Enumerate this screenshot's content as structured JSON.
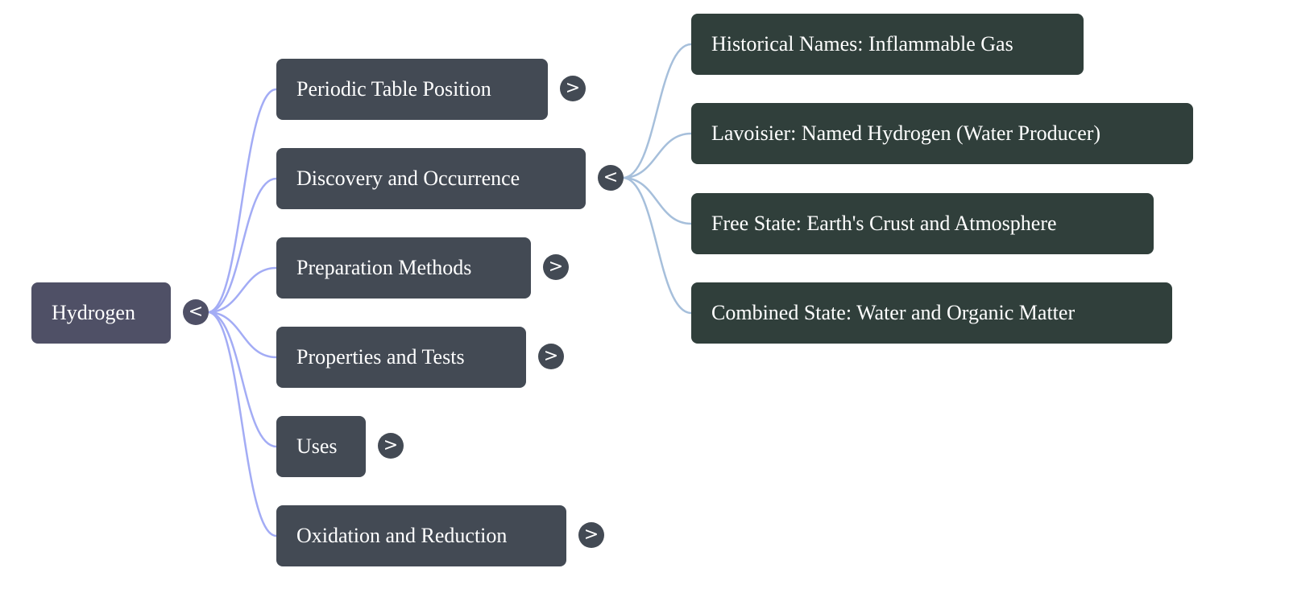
{
  "colors": {
    "root": "#4f5066",
    "level1": "#434a54",
    "level2": "#303f3b",
    "link1": "#a3acf5",
    "link2": "#a6bfdb"
  },
  "root": {
    "label": "Hydrogen",
    "toggle": "<"
  },
  "level1": [
    {
      "label": "Periodic Table Position",
      "toggle": ">"
    },
    {
      "label": "Discovery and Occurrence",
      "toggle": "<"
    },
    {
      "label": "Preparation Methods",
      "toggle": ">"
    },
    {
      "label": "Properties and Tests",
      "toggle": ">"
    },
    {
      "label": "Uses",
      "toggle": ">"
    },
    {
      "label": "Oxidation and Reduction",
      "toggle": ">"
    }
  ],
  "level2": [
    {
      "label": "Historical Names: Inflammable Gas"
    },
    {
      "label": "Lavoisier: Named Hydrogen (Water Producer)"
    },
    {
      "label": "Free State: Earth's Crust and Atmosphere"
    },
    {
      "label": "Combined State: Water and Organic Matter"
    }
  ]
}
